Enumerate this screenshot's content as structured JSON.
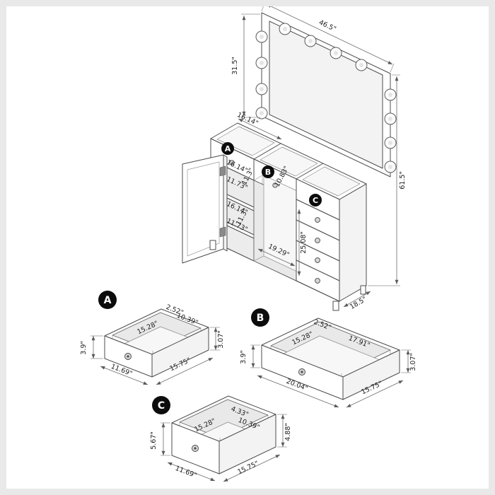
{
  "diagram": {
    "badge_a": "A",
    "badge_b": "B",
    "badge_c": "C",
    "main": {
      "mirror_width": "46.5\"",
      "mirror_height": "31.5\"",
      "overall_height": "61.5\"",
      "overall_depth": "18.5\"",
      "tray_width": "16.14\"",
      "upper_shelf_width": "16.14\"",
      "upper_shelf_height": "11.73\"",
      "upper_interior_depth": "11.3\"",
      "center_opening_width": "10.83\"",
      "lower_shelf_width": "16.14\"",
      "lower_shelf_height": "11.73\"",
      "lower_interior_depth": "11.3\"",
      "knee_opening_height": "25.08\"",
      "knee_opening_width": "19.29\""
    },
    "drawer_a": {
      "badge": "A",
      "rim_depth": "2.52\"",
      "inner_depth": "10.39\"",
      "inner_width": "15.28\"",
      "front_height": "3.07\"",
      "back_height": "3.9\"",
      "outer_width": "15.75\"",
      "outer_depth": "11.69\""
    },
    "drawer_b": {
      "badge": "B",
      "rim_depth": "2.52\"",
      "inner_width": "15.28\"",
      "inner_depth": "17.91\"",
      "back_height": "3.9\"",
      "front_height": "3.07\"",
      "outer_depth": "20.04\"",
      "outer_width": "15.75\""
    },
    "drawer_c": {
      "badge": "C",
      "rim_depth": "4.33\"",
      "inner_width": "15.28\"",
      "inner_depth": "10.39\"",
      "back_height": "5.67\"",
      "front_height": "4.88\"",
      "outer_width": "15.75\"",
      "outer_depth": "11.69\""
    }
  }
}
